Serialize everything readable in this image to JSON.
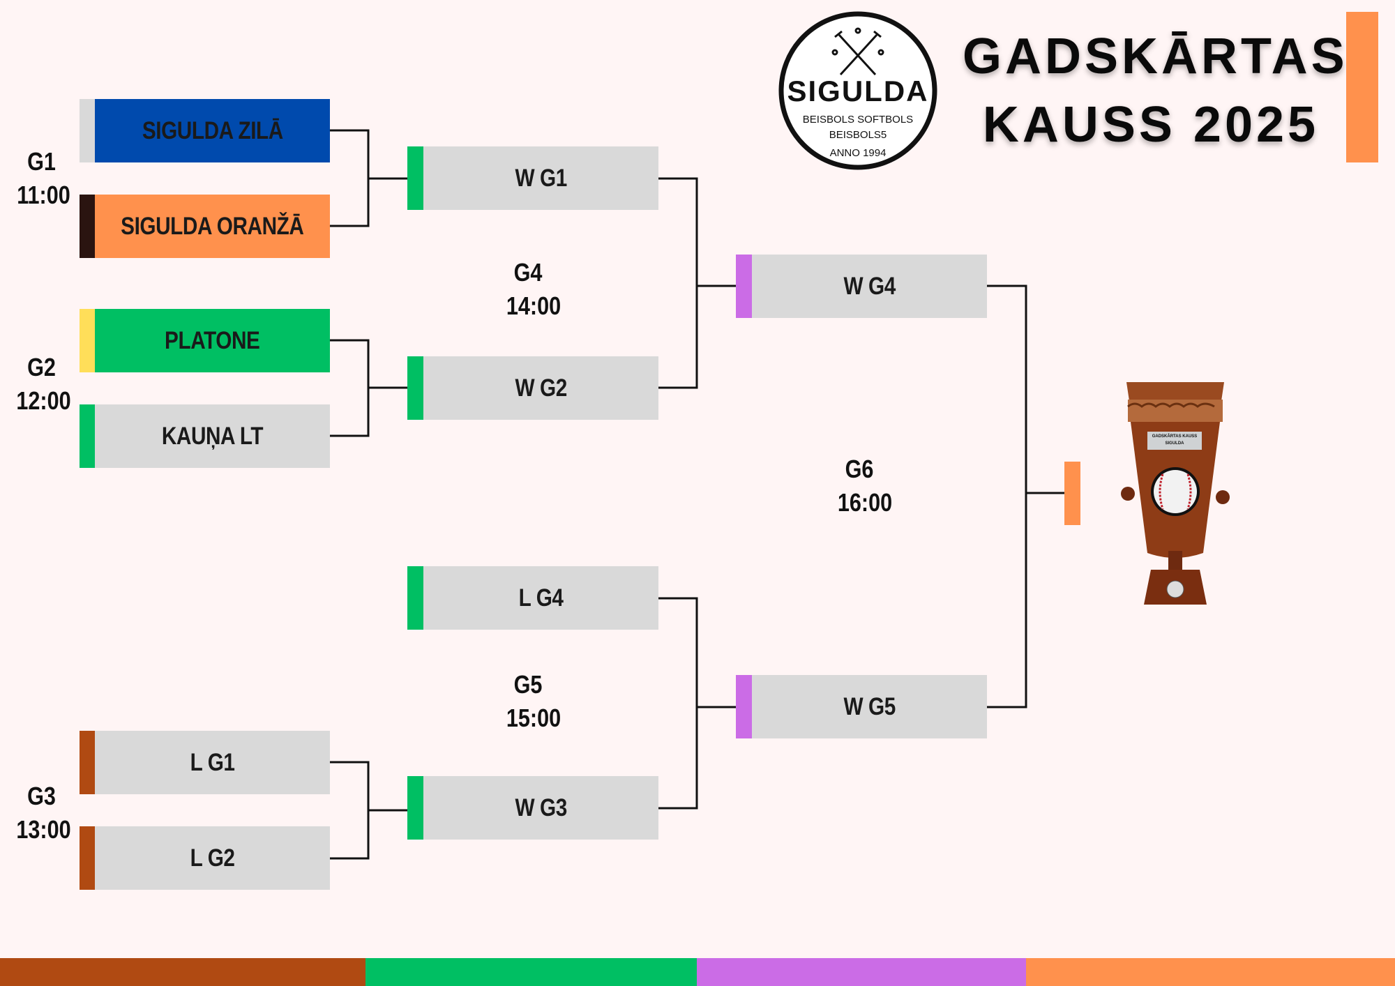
{
  "header": {
    "title_line1": "GADSKĀRTAS",
    "title_line2": "KAUSS 2025",
    "accent": "#ff914d"
  },
  "logo": {
    "name": "SIGULDA",
    "line1": "BEISBOLS SOFTBOLS",
    "line2": "BEISBOLS5",
    "line3": "ANNO 1994"
  },
  "trophy": {
    "plaque_line1": "GADSKĀRTAS KAUSS",
    "plaque_line2": "SIGULDA"
  },
  "games": {
    "g1": {
      "id": "G1",
      "time": "11:00"
    },
    "g2": {
      "id": "G2",
      "time": "12:00"
    },
    "g3": {
      "id": "G3",
      "time": "13:00"
    },
    "g4": {
      "id": "G4",
      "time": "14:00"
    },
    "g5": {
      "id": "G5",
      "time": "15:00"
    },
    "g6": {
      "id": "G6",
      "time": "16:00"
    }
  },
  "round1": [
    {
      "label": "SIGULDA ZILĀ",
      "color": "#004aad",
      "stripe": "#d9d9d9"
    },
    {
      "label": "SIGULDA ORANŽĀ",
      "color": "#ff914d",
      "stripe": "#2a1410"
    },
    {
      "label": "PLATONE",
      "color": "#00bf63",
      "stripe": "#ffde59"
    },
    {
      "label": "KAUŅA LT",
      "color": "#d9d9d9",
      "stripe": "#00bf63"
    },
    {
      "label": "L G1",
      "color": "#d9d9d9",
      "stripe": "#b04a12"
    },
    {
      "label": "L G2",
      "color": "#d9d9d9",
      "stripe": "#b04a12"
    }
  ],
  "round2": [
    {
      "label": "W G1"
    },
    {
      "label": "W G2"
    },
    {
      "label": "L G4"
    },
    {
      "label": "W G3"
    }
  ],
  "round3": [
    {
      "label": "W G4"
    },
    {
      "label": "W G5"
    }
  ],
  "colors": {
    "brown": "#b04a12",
    "green": "#00bf63",
    "purple": "#cb6ce6",
    "orange": "#ff914d",
    "gray": "#d9d9d9",
    "background": "#fff5f5"
  }
}
